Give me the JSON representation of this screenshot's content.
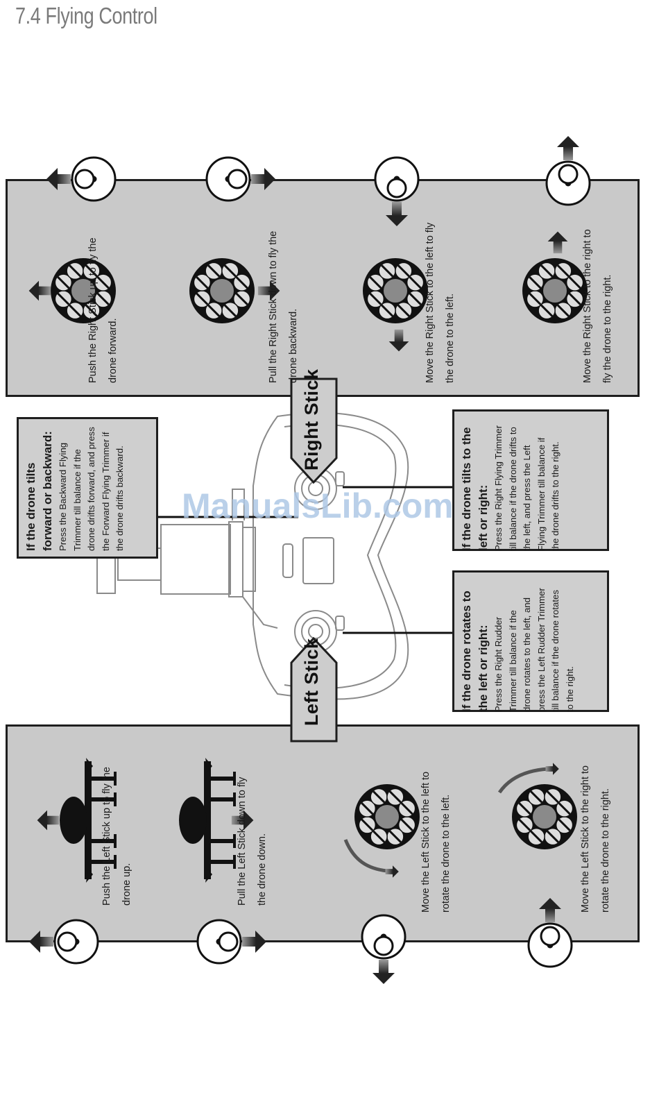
{
  "page": {
    "title": "7.4 Flying Control",
    "watermark": "ManualsLib.com"
  },
  "right_stick": {
    "label": "Right Stick",
    "items": [
      {
        "text": "Push the Right Stick up to fly the drone forward."
      },
      {
        "text": "Pull the Right Stick down to fly the drone backward."
      },
      {
        "text": "Move the Right Stick to the left to fly the drone to the left."
      },
      {
        "text": "Move the Right Stick to the right to fly the drone to the right."
      }
    ]
  },
  "left_stick": {
    "label": "Left Stick",
    "items": [
      {
        "text": "Push the Left Stick up to fly the drone up."
      },
      {
        "text": "Pull the Left Stick down to fly the drone down."
      },
      {
        "text": "Move the Left Stick to the left to rotate the drone to the left."
      },
      {
        "text": "Move the Left Stick to the right to rotate the drone to the right."
      }
    ]
  },
  "trim_notes": {
    "forward_backward": {
      "heading": "If the drone tilts forward or backward:",
      "body": "Press the Backward Flying Trimmer till balance if the drone drifts forward, and press the Forward Flying Trimmer if the drone drifts backward."
    },
    "left_right": {
      "heading": "If the drone tilts to the left or right:",
      "body": "Press the Right Flying Trimmer till balance if the drone drifts to the left, and press the Left Flying Trimmer till balance if the drone drifts to the right."
    },
    "rotation": {
      "heading": "If the drone rotates to the left or right:",
      "body": "Press the Right Rudder Trimmer till balance if the drone rotates to the left, and press the Left Rudder Trimmer till balance if the drone rotates to the right."
    }
  },
  "icons": [
    "joystick-icon",
    "arrow-icon",
    "drone-top-icon",
    "drone-side-icon",
    "rotate-arrow-icon",
    "controller-illustration"
  ],
  "colors": {
    "panel": "#c9c9c9",
    "border": "#1e1e1e",
    "watermark": "#aec8e6"
  }
}
